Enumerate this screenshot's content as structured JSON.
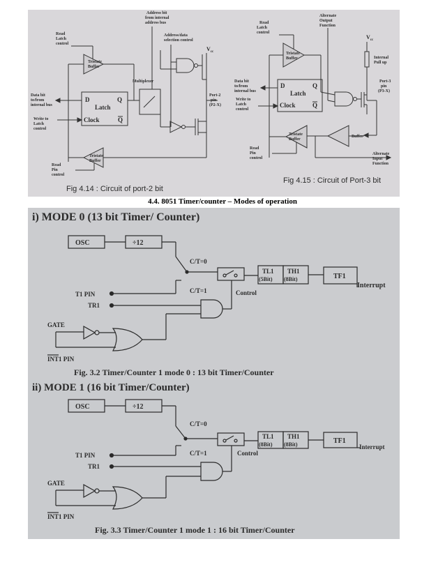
{
  "section_heading": "4.4. 8051 Timer/counter – Modes of operation",
  "fig_port2": {
    "caption": "Fig 4.14 : Circuit of port-2 bit",
    "address_bit": [
      "Address bit",
      "from internal",
      "address bus"
    ],
    "read_latch": [
      "Read",
      "Latch",
      "control"
    ],
    "address_data_control": [
      "Address/data",
      "selection control"
    ],
    "vcc": "V",
    "vcc_sub": "cc",
    "tristate_buffer": [
      "Tristate",
      "Buffer"
    ],
    "multiplexer": "Multiplexer",
    "data_bit": [
      "Data bit",
      "to/from",
      "internal bus"
    ],
    "d": "D",
    "q": "Q",
    "latch": "Latch",
    "clock": "Clock",
    "q_bar": "Q",
    "port_pin": [
      "Port-2",
      "pin",
      "(P2-X)"
    ],
    "write_latch": [
      "Write to",
      "Latch",
      "control"
    ],
    "read_pin": [
      "Read",
      "Pin",
      "control"
    ]
  },
  "fig_port3": {
    "caption": "Fig 4.15 : Circuit of Port-3 bit",
    "read_latch": [
      "Read",
      "Latch",
      "control"
    ],
    "alternate_output": [
      "Alternate",
      "Output",
      "Function"
    ],
    "vcc": "V",
    "vcc_sub": "cc",
    "tristate_buffer": [
      "Tristate",
      "Buffer"
    ],
    "internal_pullup": [
      "Internal",
      "Pull up"
    ],
    "data_bit": [
      "Data bit",
      "to/from",
      "internal bus"
    ],
    "d": "D",
    "q": "Q",
    "latch": "Latch",
    "clock": "Clock",
    "q_bar": "Q",
    "port_pin": [
      "Port-3",
      "pin",
      "(P3-X)"
    ],
    "write_latch": [
      "Write to",
      "Latch",
      "control"
    ],
    "read_pin": [
      "Read",
      "Pin",
      "control"
    ],
    "buffer": "Buffer",
    "alternate_input": [
      "Alternate",
      "Input",
      "Function"
    ]
  },
  "mode0": {
    "heading": "i) MODE 0 (13 bit Timer/ Counter)",
    "osc": "OSC",
    "div12": "÷12",
    "ct0": "C/T=0",
    "ct1": "C/T=1",
    "tl1": "TL1",
    "tl1_bits": "(5Bit)",
    "th1": "TH1",
    "th1_bits": "(8Bit)",
    "tf1": "TF1",
    "interrupt": "Interrupt",
    "control": "Control",
    "t1pin": "T1 PIN",
    "tr1": "TR1",
    "gate": "GATE",
    "int1pin": "INT1 PIN",
    "caption": "Fig. 3.2 Timer/Counter 1 mode 0 : 13 bit Timer/Counter"
  },
  "mode1": {
    "heading": "ii) MODE 1 (16 bit Timer/Counter)",
    "osc": "OSC",
    "div12": "÷12",
    "ct0": "C/T=0",
    "ct1": "C/T=1",
    "tl1": "TL1",
    "tl1_bits": "(8Bit)",
    "th1": "TH1",
    "th1_bits": "(8Bit)",
    "tf1": "TF1",
    "interrupt": "Interrupt",
    "control": "Control",
    "t1pin": "T1 PIN",
    "tr1": "TR1",
    "gate": "GATE",
    "int1pin": "INT1 PIN",
    "caption": "Fig. 3.3 Timer/Counter 1 mode 1 : 16 bit Timer/Counter"
  }
}
